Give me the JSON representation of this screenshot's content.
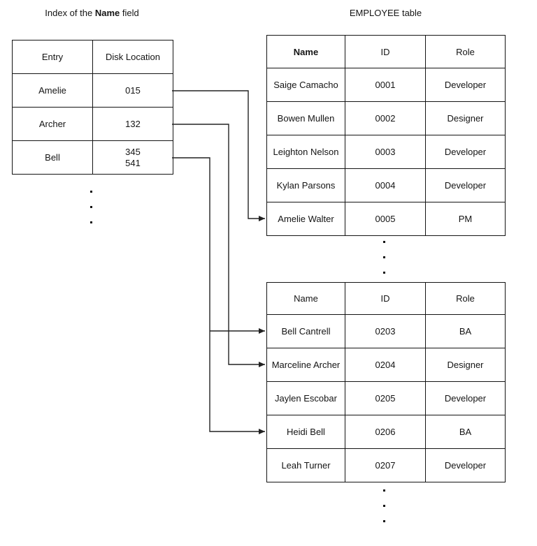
{
  "titles": {
    "index": {
      "prefix": "Index of the ",
      "bold": "Name",
      "suffix": " field"
    },
    "employee": "EMPLOYEE table"
  },
  "index_table": {
    "headers": [
      "Entry",
      "Disk Location"
    ],
    "rows": [
      {
        "entry": "Amelie",
        "disk": "015"
      },
      {
        "entry": "Archer",
        "disk": "132"
      },
      {
        "entry": "Bell",
        "disk": "345\n541"
      }
    ]
  },
  "employee_table_top": {
    "headers": [
      "Name",
      "ID",
      "Role"
    ],
    "rows": [
      [
        "Saige Camacho",
        "0001",
        "Developer"
      ],
      [
        "Bowen Mullen",
        "0002",
        "Designer"
      ],
      [
        "Leighton Nelson",
        "0003",
        "Developer"
      ],
      [
        "Kylan Parsons",
        "0004",
        "Developer"
      ],
      [
        "Amelie Walter",
        "0005",
        "PM"
      ]
    ]
  },
  "employee_table_bottom": {
    "headers": [
      "Name",
      "ID",
      "Role"
    ],
    "rows": [
      [
        "Bell Cantrell",
        "0203",
        "BA"
      ],
      [
        "Marceline Archer",
        "0204",
        "Designer"
      ],
      [
        "Jaylen Escobar",
        "0205",
        "Developer"
      ],
      [
        "Heidi Bell",
        "0206",
        "BA"
      ],
      [
        "Leah Turner",
        "0207",
        "Developer"
      ]
    ]
  },
  "links": [
    {
      "from_entry": "Amelie",
      "disk": "015",
      "to_id": "0005"
    },
    {
      "from_entry": "Archer",
      "disk": "132",
      "to_id": "0204"
    },
    {
      "from_entry": "Bell",
      "disk": "345",
      "to_id": "0203"
    },
    {
      "from_entry": "Bell",
      "disk": "541",
      "to_id": "0206"
    }
  ],
  "colors": {
    "background": "#ffffff",
    "border": "#141414",
    "line": "#222222",
    "text": "#141414"
  }
}
